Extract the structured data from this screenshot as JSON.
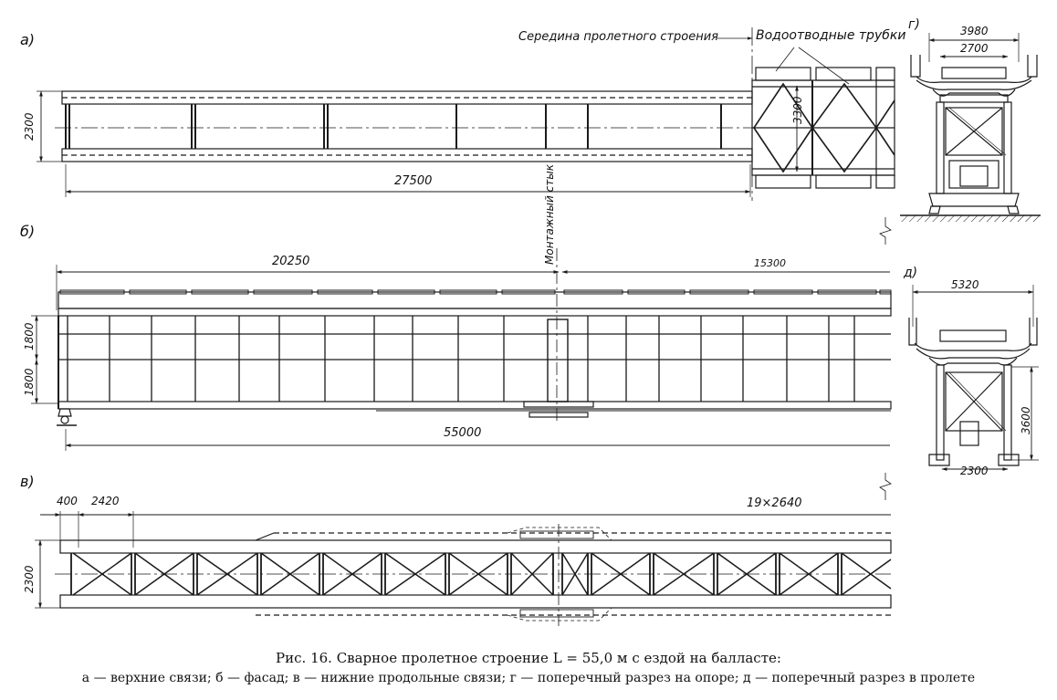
{
  "views": {
    "a": "а)",
    "b": "б)",
    "v": "в)",
    "g": "г)",
    "d": "д)"
  },
  "notes": {
    "midspan": "Середина пролетного строения",
    "drain_pipes": "Водоотводные трубки",
    "field_joint": "Монтажный стык"
  },
  "dimensions": {
    "a_height": "2300",
    "a_length": "27500",
    "a_diag": "3300",
    "g_top": "3980",
    "g_inner": "2700",
    "b_left": "20250",
    "b_right": "15300",
    "b_upper": "1800",
    "b_lower": "1800",
    "b_total": "55000",
    "d_top": "5320",
    "d_height": "3600",
    "d_base": "2300",
    "v_first": "400",
    "v_second": "2420",
    "v_panels": "19×2640",
    "v_height": "2300"
  },
  "caption": {
    "title": "Рис. 16. Сварное пролетное строение L = 55,0 м с ездой на балласте:",
    "legend": "а — верхние связи; б — фасад; в — нижние продольные связи; г — поперечный разрез на опоре; д — поперечный разрез в пролете"
  },
  "colors": {
    "ink": "#1a1a1a",
    "paper": "#ffffff"
  }
}
